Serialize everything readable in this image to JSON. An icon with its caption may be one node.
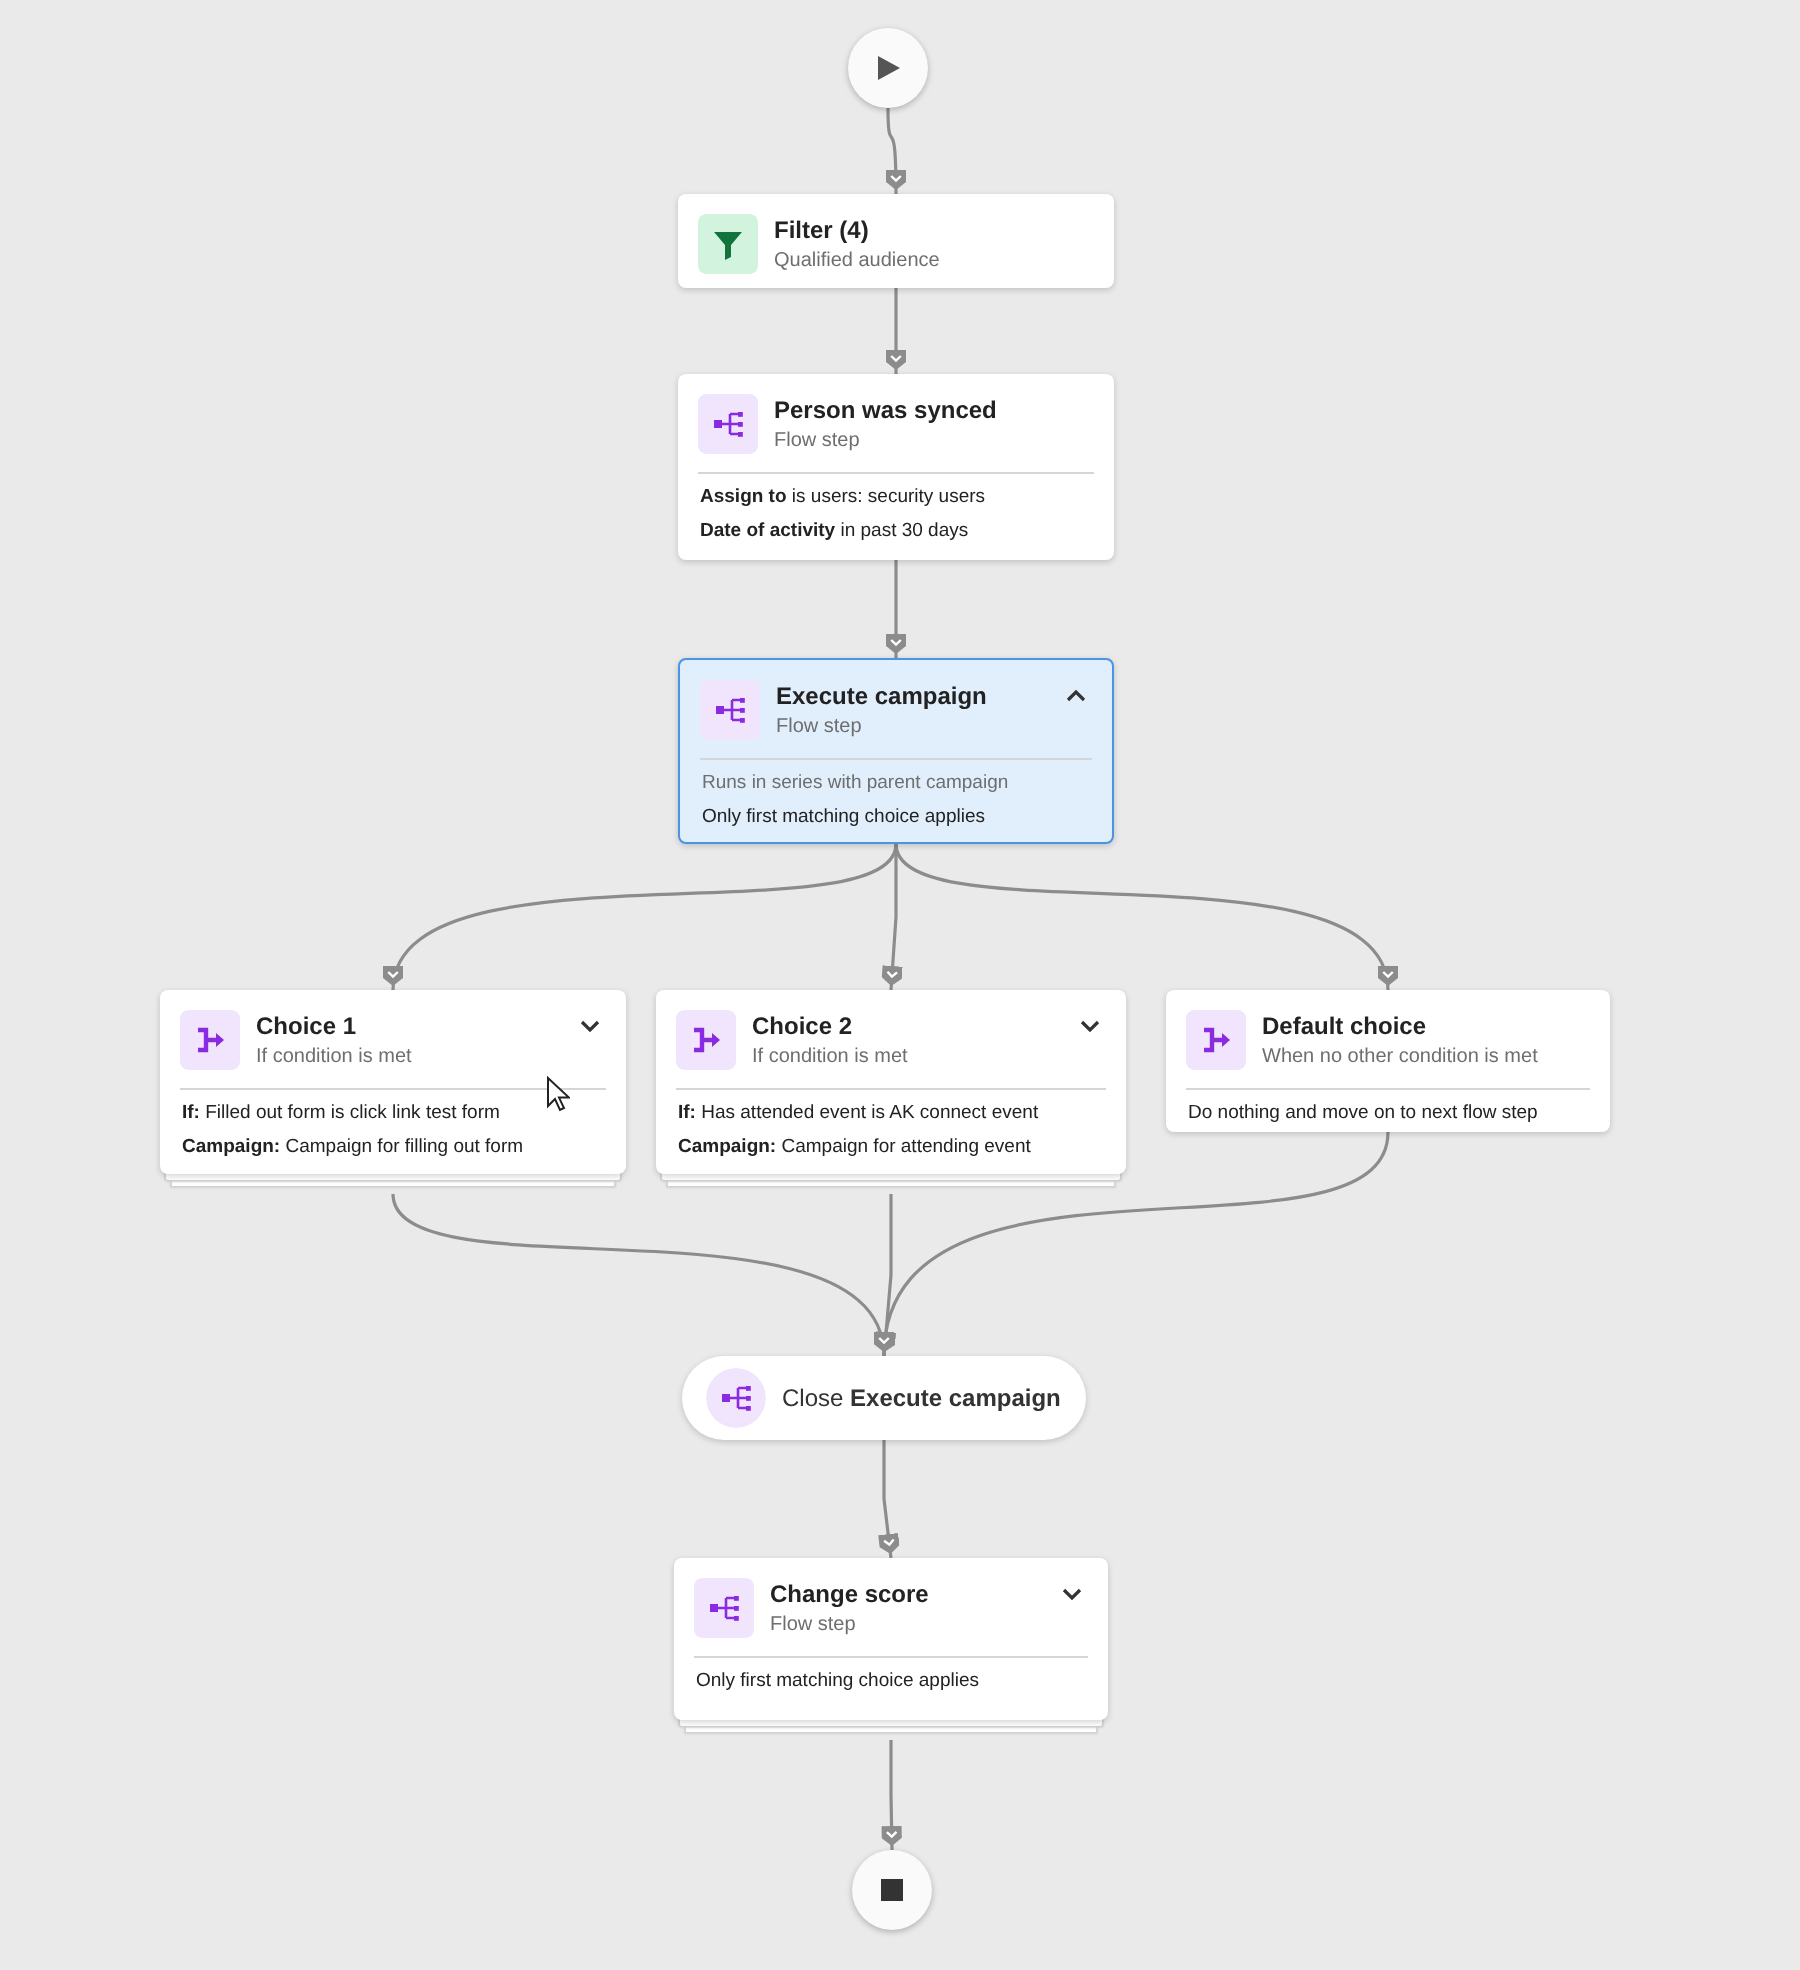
{
  "diagram": {
    "nodes": [
      {
        "text": [],
        "shape": "circle"
      },
      {
        "text": [
          "Filter (4)",
          "Qualified audience"
        ]
      },
      {
        "text": [
          "Person was synced",
          "Flow step",
          "**Assign to** is users: security users",
          "**Date of activity** in past 30 days"
        ]
      },
      {
        "text": [
          "Execute campaign",
          "Flow step",
          "Runs in series with parent campaign",
          "Only first matching choice applies"
        ]
      },
      {
        "text": [
          "Choice 1",
          "If condition is met",
          "**If:** Filled out form is click link test form",
          "**Campaign:** Campaign for filling out form"
        ]
      },
      {
        "text": [
          "Choice 2",
          "If condition is met",
          "**If:** Has attended event is AK connect event",
          "**Campaign:** Campaign for attending event"
        ]
      },
      {
        "text": [
          "Default choice",
          "When no other condition is met",
          "Do nothing and move on to next flow step"
        ]
      },
      {
        "text": [
          "Close **Execute campaign**"
        ]
      },
      {
        "text": [
          "Change score",
          "Flow step",
          "Only first matching choice applies"
        ]
      },
      {
        "text": [],
        "shape": "circle"
      }
    ],
    "edges": [
      {
        "from": 0,
        "to": 1,
        "arrow": "to"
      },
      {
        "from": 1,
        "to": 2,
        "arrow": "to"
      },
      {
        "from": 2,
        "to": 3,
        "arrow": "to"
      },
      {
        "from": 3,
        "to": 4,
        "arrow": "to"
      },
      {
        "from": 3,
        "to": 5,
        "arrow": "to"
      },
      {
        "from": 3,
        "to": 6,
        "arrow": "to"
      },
      {
        "from": 4,
        "to": 7,
        "arrow": "to"
      },
      {
        "from": 5,
        "to": 7,
        "arrow": "to"
      },
      {
        "from": 6,
        "to": 7,
        "arrow": "to"
      },
      {
        "from": 7,
        "to": 8,
        "arrow": "to"
      },
      {
        "from": 8,
        "to": 9,
        "arrow": "to"
      }
    ]
  }
}
